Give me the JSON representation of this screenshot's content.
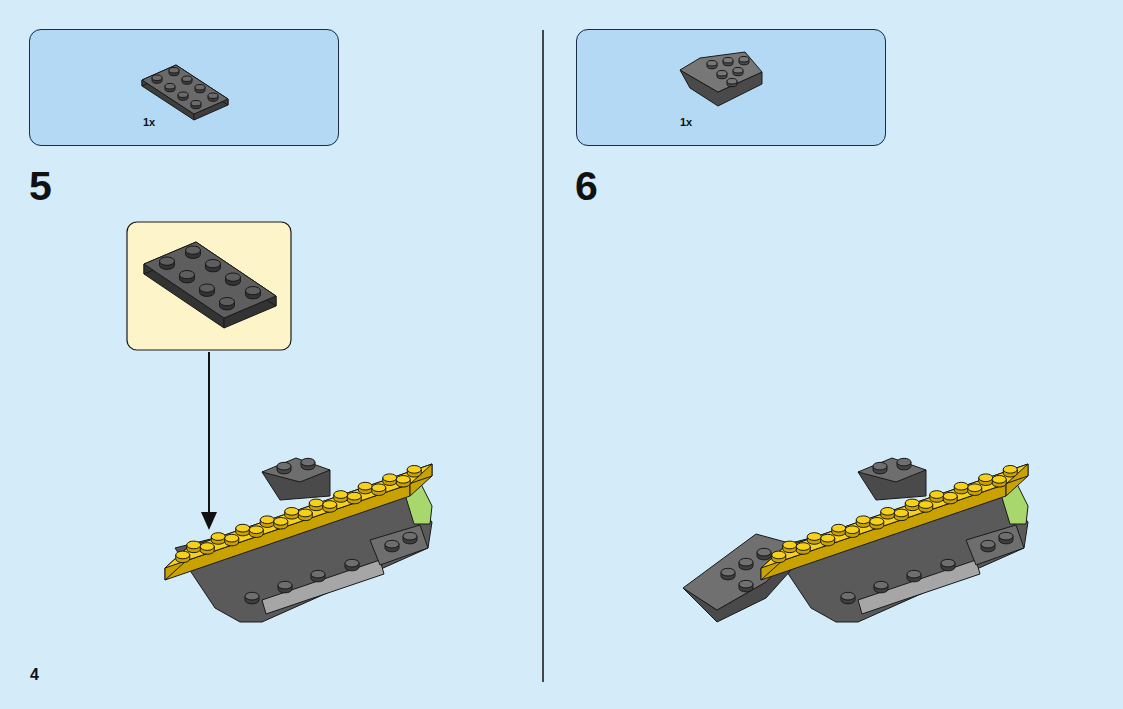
{
  "diagram": {
    "nodes": [
      {
        "text": [
          "1x"
        ]
      },
      {
        "text": [
          "1x"
        ]
      }
    ],
    "labels": [
      "5",
      "6",
      "4"
    ]
  }
}
